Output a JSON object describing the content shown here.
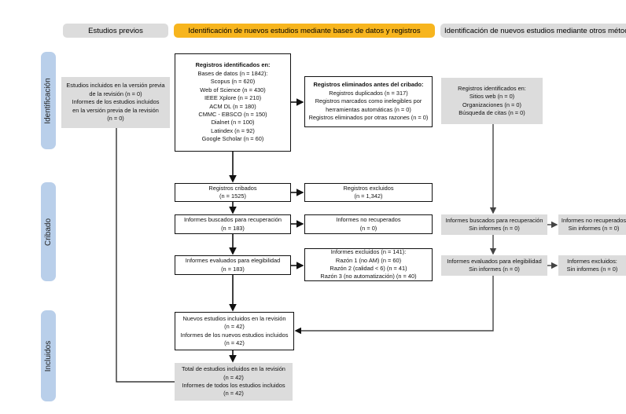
{
  "headers": {
    "previous": "Estudios previos",
    "databases": "Identificación de nuevos estudios mediante bases de datos y registros",
    "other": "Identificación de nuevos estudios mediante otros métodos"
  },
  "phases": {
    "identification": "Identificación",
    "screening": "Cribado",
    "included": "Incluidos"
  },
  "colors": {
    "accent": "#f7b51e",
    "phase": "#b9cfea",
    "gray": "#dcdcdc"
  },
  "previous_box": [
    "Estudios incluidos en la versión previa",
    "de la revisión (n = 0)",
    "Informes de los estudios incluidos",
    "en la versión previa de la revisión",
    "(n = 0)"
  ],
  "identified": {
    "title": "Registros identificados en:",
    "lines": [
      "Bases de datos (n = 1842):",
      "Scopus (n = 620)",
      "Web of Science (n = 430)",
      "IEEE Xplore (n = 210)",
      "ACM DL (n = 180)",
      "CMMC - EBSCO (n = 150)",
      "Dialnet (n = 100)",
      "Latindex (n = 92)",
      "Google Scholar (n = 60)"
    ]
  },
  "removed": {
    "title": "Registros eliminados antes del cribado:",
    "lines": [
      "Registros duplicados (n = 317)",
      "Registros marcados como inelegibles por",
      "herramientas automáticas (n = 0)",
      "Registros eliminados por otras razones (n = 0)"
    ]
  },
  "other_identified": [
    "Registros identificados en:",
    "Sitios web (n = 0)",
    "Organizaciones (n = 0)",
    "Búsqueda de citas (n = 0)"
  ],
  "screened": [
    "Registros cribados",
    "(n = 1525)"
  ],
  "excluded": [
    "Registros excluidos",
    "(n = 1,342)"
  ],
  "retrieval": [
    "Informes buscados para recuperación",
    "(n = 183)"
  ],
  "not_retrieved": [
    "Informes no recuperados",
    "(n = 0)"
  ],
  "eligibility": [
    "Informes evaluados para elegibilidad",
    "(n = 183)"
  ],
  "reports_excluded": [
    "Informes excluidos (n = 141):",
    "Razón 1 (no AM) (n = 60)",
    "Razón 2 (calidad < 6) (n = 41)",
    "Razón 3 (no automatización) (n = 40)"
  ],
  "other_retrieval": [
    "Informes buscados para recuperación",
    "Sin informes (n = 0)"
  ],
  "other_not_retrieved": [
    "Informes no recuperados",
    "Sin informes (n = 0)"
  ],
  "other_eligibility": [
    "Informes evaluados para elegibilidad",
    "Sin informes (n = 0)"
  ],
  "other_excluded": [
    "Informes excluidos:",
    "Sin informes (n = 0)"
  ],
  "new_included": [
    "Nuevos estudios incluidos en la revisión",
    "(n = 42)",
    "Informes de los nuevos estudios incluidos",
    "(n = 42)"
  ],
  "total_included": [
    "Total de estudios incluidos en la revisión",
    "(n = 42)",
    "Informes de todos los estudios incluidos",
    "(n = 42)"
  ]
}
